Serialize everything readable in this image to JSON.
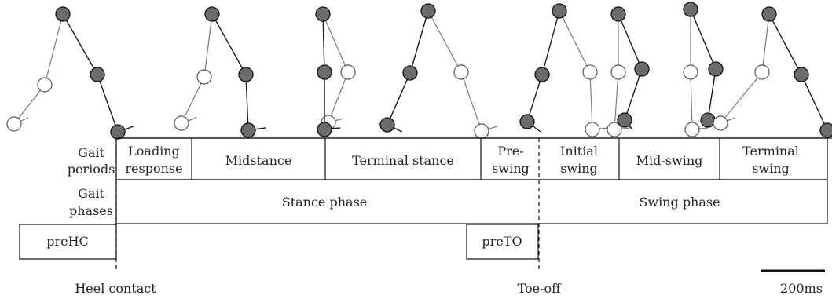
{
  "colors": {
    "dark_joint": "#6b6b6b",
    "light_joint": "#ffffff",
    "line": "#111111"
  },
  "rows": {
    "gait_periods_label": [
      "Gait",
      "periods"
    ],
    "gait_phases_label": [
      "Gait",
      "phases"
    ]
  },
  "periods": [
    {
      "lines": [
        "Loading",
        "response"
      ]
    },
    {
      "lines": [
        "Midstance"
      ]
    },
    {
      "lines": [
        "Terminal stance"
      ]
    },
    {
      "lines": [
        "Pre-",
        "swing"
      ]
    },
    {
      "lines": [
        "Initial",
        "swing"
      ]
    },
    {
      "lines": [
        "Mid-swing"
      ]
    },
    {
      "lines": [
        "Terminal",
        "swing"
      ]
    }
  ],
  "phases": {
    "stance": "Stance phase",
    "swing": "Swing phase"
  },
  "windows": {
    "pre_hc": "preHC",
    "pre_to": "preTO"
  },
  "events": {
    "heel_contact": "Heel contact",
    "toe_off": "Toe-off"
  },
  "scale_bar": {
    "label": "200ms"
  }
}
